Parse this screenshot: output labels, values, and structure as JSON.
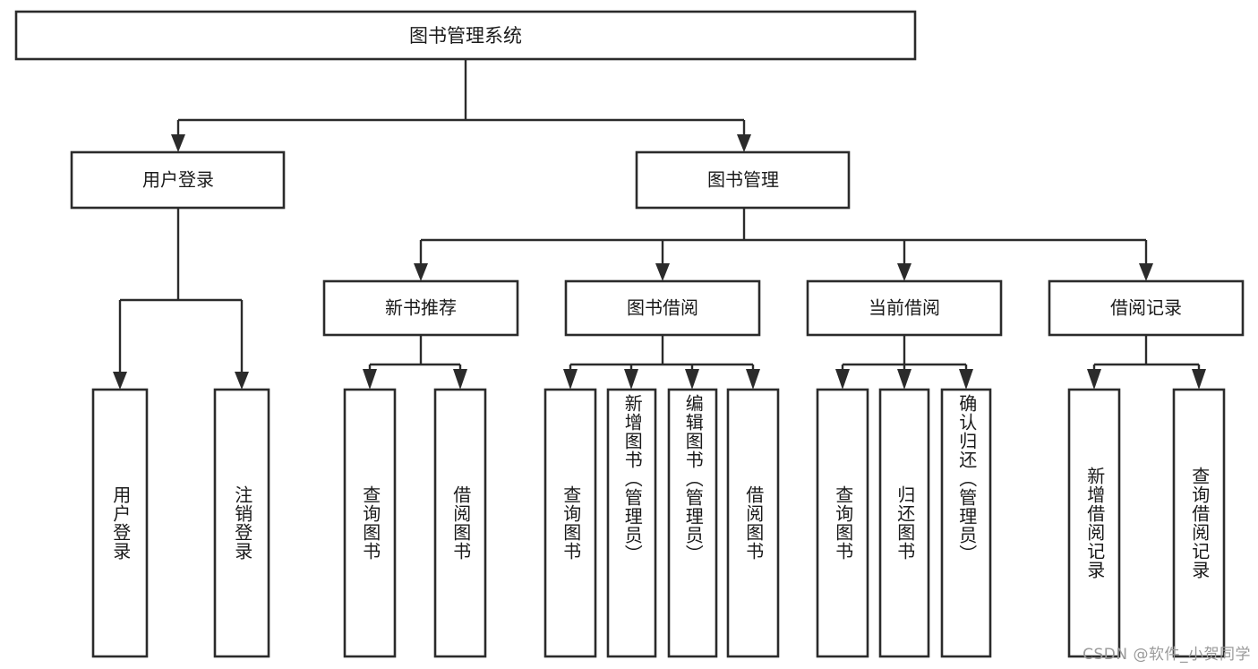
{
  "diagram": {
    "type": "tree",
    "title": "图书管理系统",
    "root": {
      "id": "root",
      "label": "图书管理系统",
      "orientation": "horizontal"
    },
    "level2": [
      {
        "id": "user-login",
        "label": "用户登录",
        "orientation": "horizontal"
      },
      {
        "id": "book-manage",
        "label": "图书管理",
        "orientation": "horizontal"
      }
    ],
    "level3": [
      {
        "id": "new-book-rec",
        "label": "新书推荐",
        "parent": "book-manage",
        "orientation": "horizontal"
      },
      {
        "id": "book-borrow",
        "label": "图书借阅",
        "parent": "book-manage",
        "orientation": "horizontal"
      },
      {
        "id": "current-borrow",
        "label": "当前借阅",
        "parent": "book-manage",
        "orientation": "horizontal"
      },
      {
        "id": "borrow-record",
        "label": "借阅记录",
        "parent": "book-manage",
        "orientation": "horizontal"
      }
    ],
    "leaves": [
      {
        "id": "leaf-user-login",
        "label": "用户登录",
        "parent": "user-login",
        "orientation": "vertical"
      },
      {
        "id": "leaf-user-logout",
        "label": "注销登录",
        "parent": "user-login",
        "orientation": "vertical"
      },
      {
        "id": "leaf-query-book-1",
        "label": "查询图书",
        "parent": "new-book-rec",
        "orientation": "vertical"
      },
      {
        "id": "leaf-borrow-book-1",
        "label": "借阅图书",
        "parent": "new-book-rec",
        "orientation": "vertical"
      },
      {
        "id": "leaf-query-book-2",
        "label": "查询图书",
        "parent": "book-borrow",
        "orientation": "vertical"
      },
      {
        "id": "leaf-add-book",
        "label": "新增图书（管理员）",
        "parent": "book-borrow",
        "orientation": "vertical"
      },
      {
        "id": "leaf-edit-book",
        "label": "编辑图书（管理员）",
        "parent": "book-borrow",
        "orientation": "vertical"
      },
      {
        "id": "leaf-borrow-book-2",
        "label": "借阅图书",
        "parent": "book-borrow",
        "orientation": "vertical"
      },
      {
        "id": "leaf-query-book-3",
        "label": "查询图书",
        "parent": "current-borrow",
        "orientation": "vertical"
      },
      {
        "id": "leaf-return-book",
        "label": "归还图书",
        "parent": "current-borrow",
        "orientation": "vertical"
      },
      {
        "id": "leaf-confirm-return",
        "label": "确认归还（管理员）",
        "parent": "current-borrow",
        "orientation": "vertical"
      },
      {
        "id": "leaf-add-record",
        "label": "新增借阅记录",
        "parent": "borrow-record",
        "orientation": "vertical"
      },
      {
        "id": "leaf-query-record",
        "label": "查询借阅记录",
        "parent": "borrow-record",
        "orientation": "vertical"
      }
    ],
    "colors": {
      "box_stroke": "#2b2b2b",
      "box_fill": "#ffffff",
      "connector": "#2b2b2b",
      "text": "#1a1a1a",
      "background": "#ffffff",
      "watermark": "#9a9a9a"
    }
  },
  "watermark": {
    "text": "CSDN @软件_小贺同学"
  }
}
